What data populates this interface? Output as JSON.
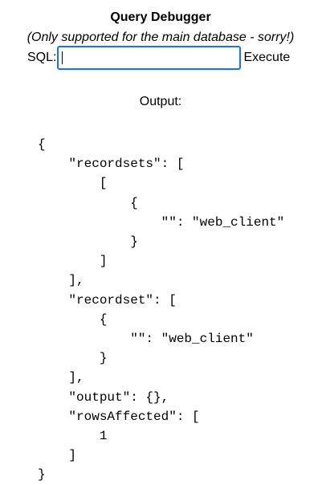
{
  "debugger": {
    "title": "Query Debugger",
    "subtitle": "(Only supported for the main database - sorry!)",
    "sql_label": "SQL:",
    "sql_value": "",
    "execute_label": "Execute",
    "output_label": "Output:"
  },
  "output": {
    "json_text": "{\n    \"recordsets\": [\n        [\n            {\n                \"\": \"web_client\"\n            }\n        ]\n    ],\n    \"recordset\": [\n        {\n            \"\": \"web_client\"\n        }\n    ],\n    \"output\": {},\n    \"rowsAffected\": [\n        1\n    ]\n}"
  },
  "colors": {
    "input_focus_border": "#1a73e8"
  }
}
